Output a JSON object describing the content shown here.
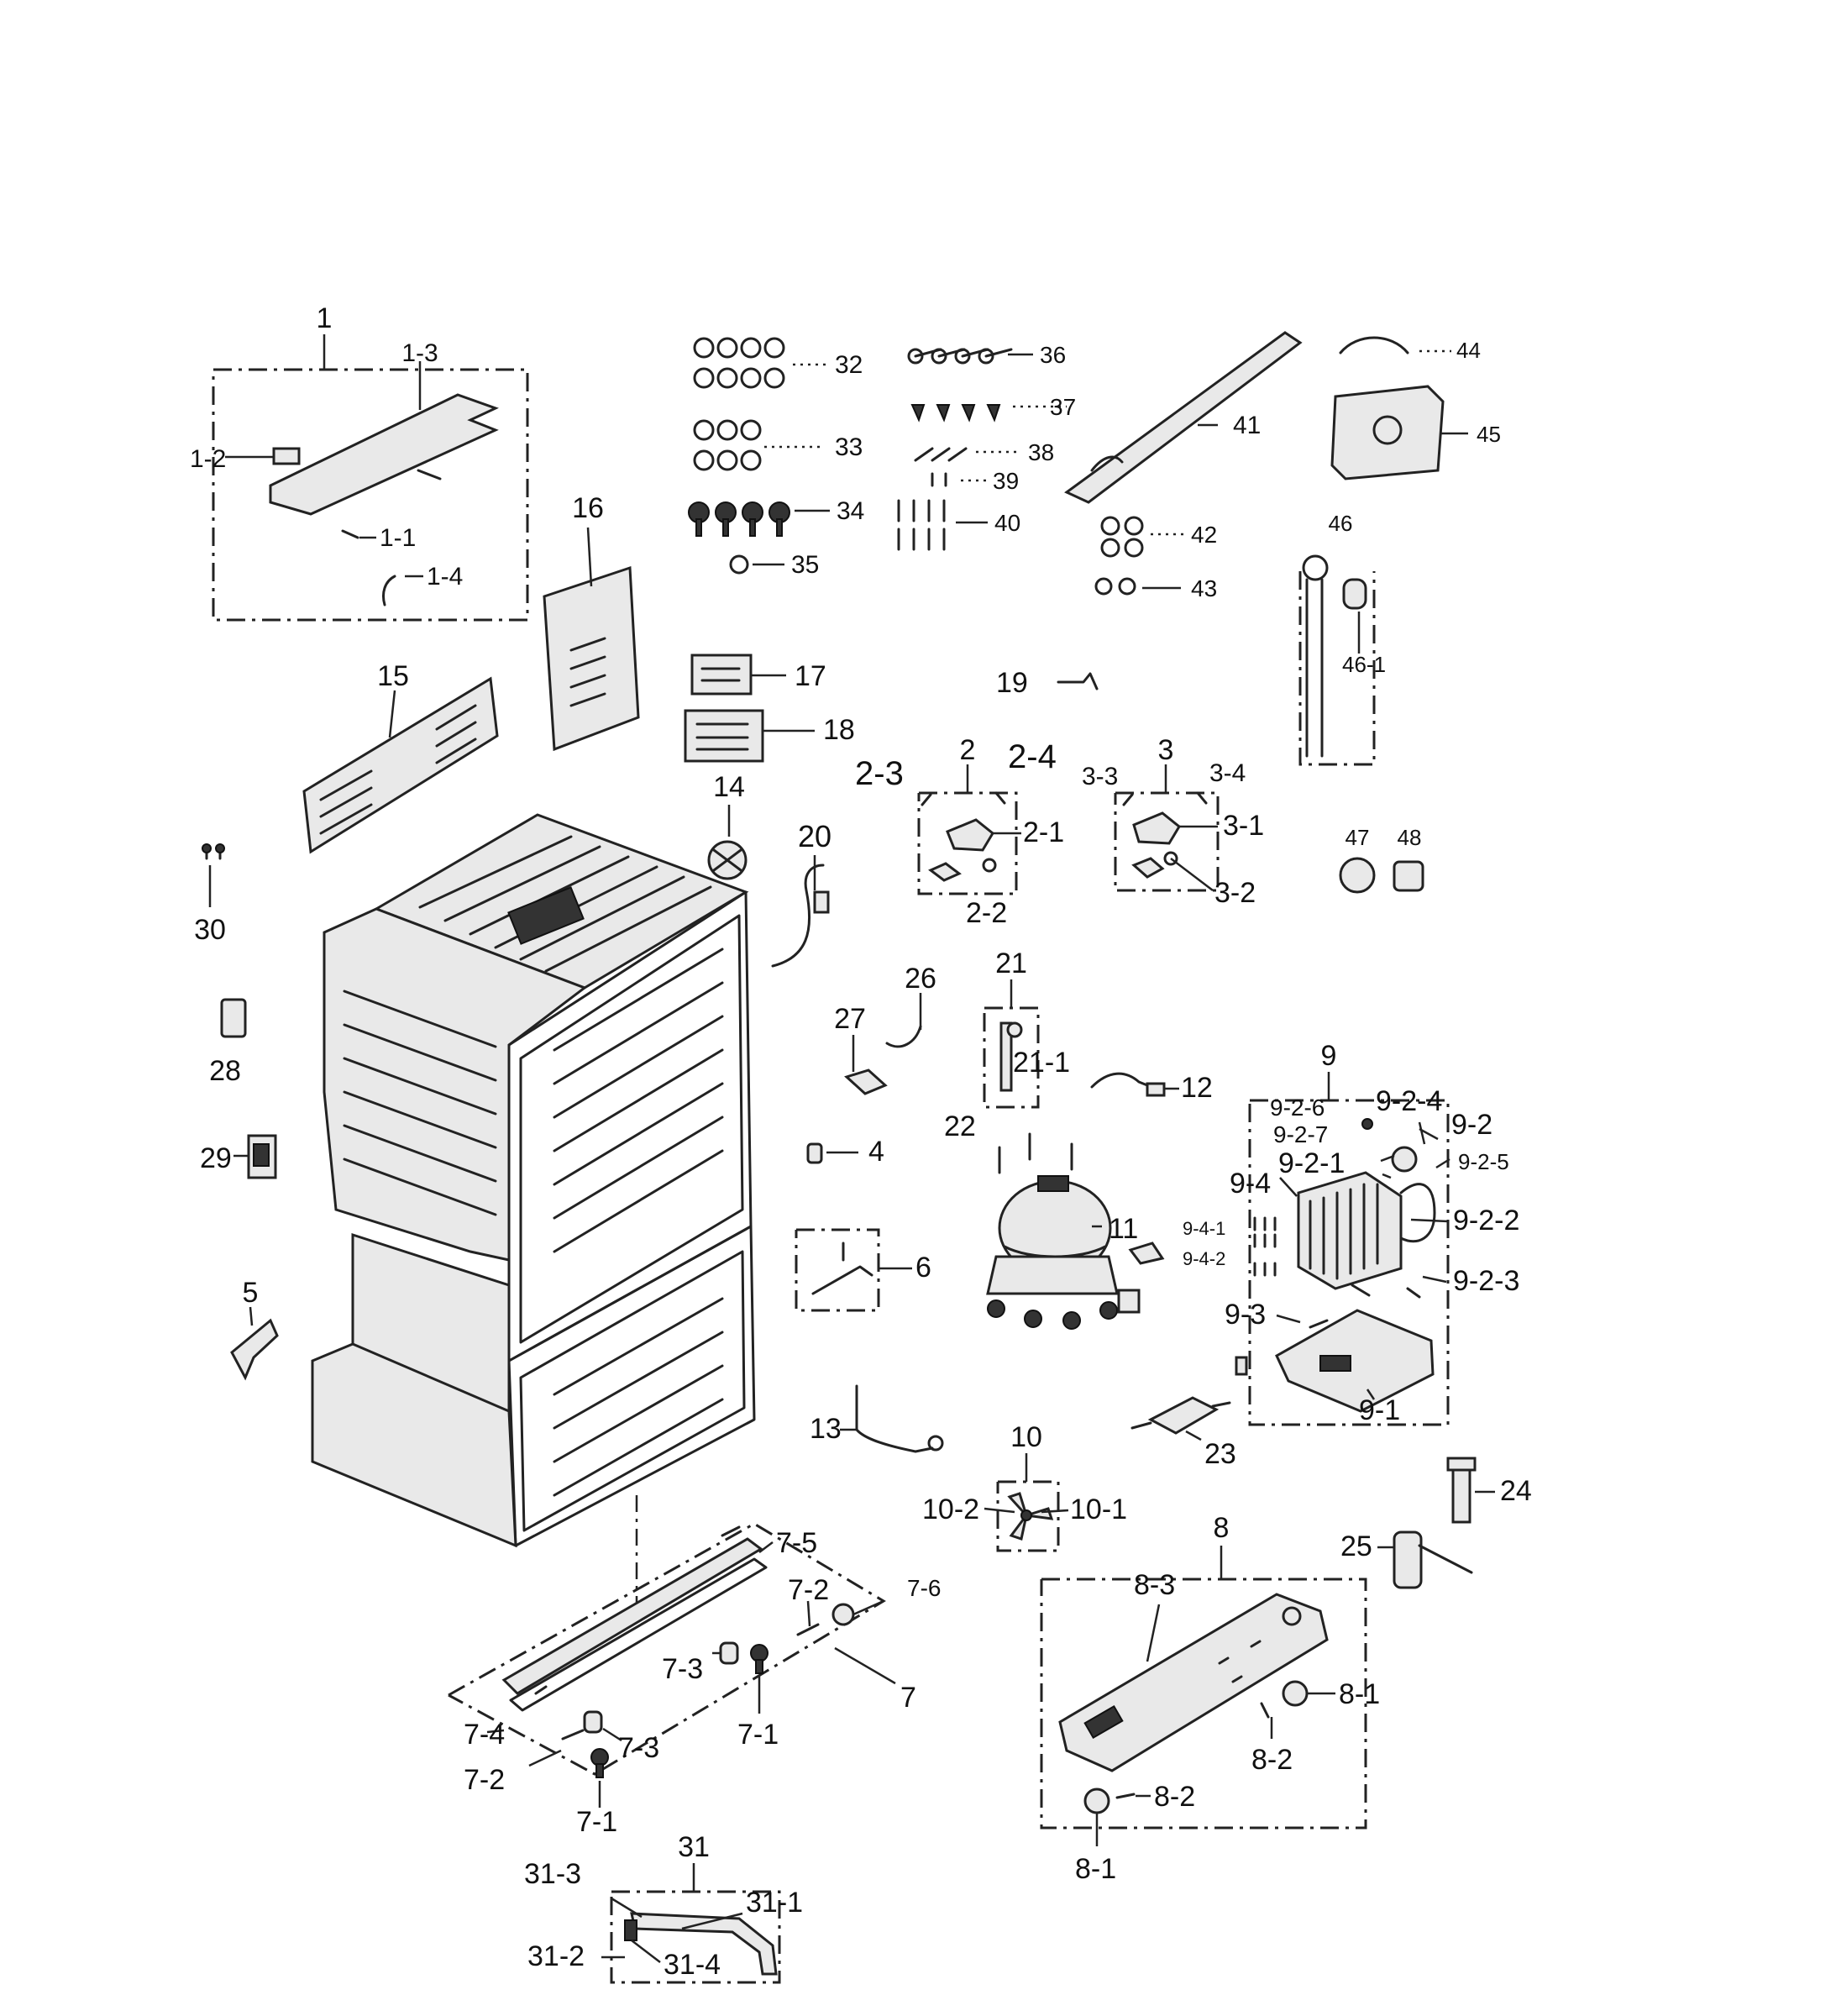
{
  "labels": {
    "p1": "1",
    "p1_1": "1-1",
    "p1_2": "1-2",
    "p1_3": "1-3",
    "p1_4": "1-4",
    "p2": "2",
    "p2_1": "2-1",
    "p2_2": "2-2",
    "p2_3": "2-3",
    "p2_4": "2-4",
    "p3": "3",
    "p3_1": "3-1",
    "p3_2": "3-2",
    "p3_3": "3-3",
    "p3_4": "3-4",
    "p4": "4",
    "p5": "5",
    "p6": "6",
    "p7": "7",
    "p7_1a": "7-1",
    "p7_1b": "7-1",
    "p7_2a": "7-2",
    "p7_2b": "7-2",
    "p7_3a": "7-3",
    "p7_3b": "7-3",
    "p7_4": "7-4",
    "p7_5": "7-5",
    "p7_6": "7-6",
    "p8": "8",
    "p8_1a": "8-1",
    "p8_1b": "8-1",
    "p8_2a": "8-2",
    "p8_2b": "8-2",
    "p8_3": "8-3",
    "p9": "9",
    "p9_1": "9-1",
    "p9_2": "9-2",
    "p9_2_1": "9-2-1",
    "p9_2_2": "9-2-2",
    "p9_2_3": "9-2-3",
    "p9_2_4": "9-2-4",
    "p9_2_5": "9-2-5",
    "p9_2_6": "9-2-6",
    "p9_2_7": "9-2-7",
    "p9_3": "9-3",
    "p9_4": "9-4",
    "p9_4_1": "9-4-1",
    "p9_4_2": "9-4-2",
    "p10": "10",
    "p10_1": "10-1",
    "p10_2": "10-2",
    "p11": "11",
    "p12": "12",
    "p13": "13",
    "p14": "14",
    "p15": "15",
    "p16": "16",
    "p17": "17",
    "p18": "18",
    "p19": "19",
    "p20": "20",
    "p21": "21",
    "p21_1": "21-1",
    "p22": "22",
    "p23": "23",
    "p24": "24",
    "p25": "25",
    "p26": "26",
    "p27": "27",
    "p28": "28",
    "p29": "29",
    "p30": "30",
    "p31": "31",
    "p31_1": "31-1",
    "p31_2": "31-2",
    "p31_3": "31-3",
    "p31_4": "31-4",
    "p32": "32",
    "p33": "33",
    "p34": "34",
    "p35": "35",
    "p36": "36",
    "p37": "37",
    "p38": "38",
    "p39": "39",
    "p40": "40",
    "p41": "41",
    "p42": "42",
    "p43": "43",
    "p44": "44",
    "p45": "45",
    "p46": "46",
    "p46_1": "46-1",
    "p47": "47",
    "p48": "48"
  }
}
